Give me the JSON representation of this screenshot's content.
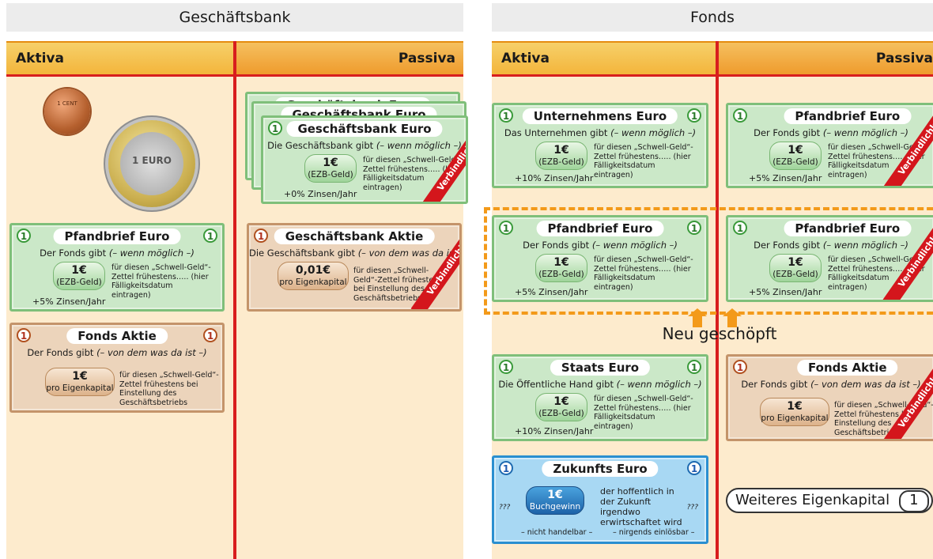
{
  "left": {
    "title": "Geschäftsbank",
    "aktiva": "Aktiva",
    "passiva": "Passiva",
    "coins": {
      "small_label": "1 CENT",
      "big_label": "1 EURO"
    },
    "pfandbrief": {
      "badge": "1",
      "title": "Pfandbrief Euro",
      "sub_a": "Der Fonds gibt ",
      "sub_b": "(– wenn möglich –)",
      "amount": "1€",
      "amount_sub": "(EZB-Geld)",
      "desc": "für diesen „Schwell-Geld“-Zettel frühestens….. (hier Fälligkeitsdatum eintragen)",
      "interest": "+5% Zinsen/Jahr"
    },
    "fonds_aktie": {
      "badge": "1",
      "title": "Fonds Aktie",
      "sub_a": "Der Fonds gibt ",
      "sub_b": "(– von dem was da ist –)",
      "amount": "1€",
      "amount_sub": "pro Eigenkapital",
      "desc": "für diesen „Schwell-Geld“-Zettel frühestens bei Einstellung des Geschäftsbetriebs"
    },
    "gb_euro": {
      "badge": "1",
      "title": "Geschäftsbank Euro",
      "sub_a": "Die Geschäftsbank gibt ",
      "sub_b": "(– wenn möglich –)",
      "amount": "1€",
      "amount_sub": "(EZB-Geld)",
      "desc": "für diesen „Schwell-Geld“-Zettel frühestens….. (hier Fälligkeitsdatum eintragen)",
      "interest": "+0% Zinsen/Jahr",
      "ribbon": "Verbindlichkeit"
    },
    "gb_aktie": {
      "badge": "1",
      "title": "Geschäftsbank Aktie",
      "sub_a": "Die Geschäftsbank gibt ",
      "sub_b": "(– von dem was da ist –)",
      "amount": "0,01€",
      "amount_sub": "pro Eigenkapital",
      "desc": "für diesen „Schwell-Geld“-Zettel frühestens bei Einstellung des Geschäftsbetriebs",
      "ribbon": "Verbindlichkeit"
    }
  },
  "right": {
    "title": "Fonds",
    "aktiva": "Aktiva",
    "passiva": "Passiva",
    "unternehmens": {
      "badge": "1",
      "title": "Unternehmens Euro",
      "sub_a": "Das Unternehmen gibt ",
      "sub_b": "(– wenn möglich –)",
      "amount": "1€",
      "amount_sub": "(EZB-Geld)",
      "desc": "für diesen „Schwell-Geld“-Zettel frühestens….. (hier Fälligkeitsdatum eintragen)",
      "interest": "+10% Zinsen/Jahr"
    },
    "pfandbrief_a": {
      "badge": "1",
      "title": "Pfandbrief Euro",
      "sub_a": "Der Fonds gibt ",
      "sub_b": "(– wenn möglich –)",
      "amount": "1€",
      "amount_sub": "(EZB-Geld)",
      "desc": "für diesen „Schwell-Geld“-Zettel frühestens….. (hier Fälligkeitsdatum eintragen)",
      "interest": "+5% Zinsen/Jahr"
    },
    "staats": {
      "badge": "1",
      "title": "Staats Euro",
      "sub_a": "Die Öffentliche Hand gibt ",
      "sub_b": "(– wenn möglich –)",
      "amount": "1€",
      "amount_sub": "(EZB-Geld)",
      "desc": "für diesen „Schwell-Geld“-Zettel frühestens….. (hier Fälligkeitsdatum eintragen)",
      "interest": "+10% Zinsen/Jahr"
    },
    "zukunfts": {
      "badge": "1",
      "title": "Zukunfts Euro",
      "amount": "1€",
      "amount_sub": "Buchgewinn",
      "desc": "der hoffentlich in der Zukunft irgendwo erwirtschaftet wird",
      "foot_a": "– nicht handelbar –",
      "foot_b": "– nirgends einlösbar –",
      "qmarks": "???"
    },
    "pfandbrief_p1": {
      "badge": "1",
      "title": "Pfandbrief Euro",
      "sub_a": "Der Fonds gibt ",
      "sub_b": "(– wenn möglich –)",
      "amount": "1€",
      "amount_sub": "(EZB-Geld)",
      "desc": "für diesen „Schwell-Geld“-Zettel frühestens….. (hier Fälligkeitsdatum eintragen)",
      "interest": "+5% Zinsen/Jahr",
      "ribbon": "Verbindlichkeit"
    },
    "pfandbrief_p2": {
      "badge": "1",
      "title": "Pfandbrief Euro",
      "sub_a": "Der Fonds gibt ",
      "sub_b": "(– wenn möglich –)",
      "amount": "1€",
      "amount_sub": "(EZB-Geld)",
      "desc": "für diesen „Schwell-Geld“-Zettel frühestens….. (hier Fälligkeitsdatum eintragen)",
      "interest": "+5% Zinsen/Jahr",
      "ribbon": "Verbindlichkeit"
    },
    "fonds_aktie": {
      "badge": "1",
      "title": "Fonds Aktie",
      "sub_a": "Der Fonds gibt ",
      "sub_b": "(– von dem was da ist –)",
      "amount": "1€",
      "amount_sub": "pro Eigenkapital",
      "desc": "für diesen „Schwell-Geld“-Zettel frühestens bei Einstellung des Geschäftsbetriebs",
      "ribbon": "Verbindlichkeit"
    },
    "neu_geschoepft": "Neu geschöpft",
    "weiteres": "Weiteres Eigenkapital",
    "weiteres_badge": "1"
  },
  "colors": {
    "divider": "#d81e1e",
    "panel": "#fdebcd",
    "highlight": "#f39a1a"
  }
}
